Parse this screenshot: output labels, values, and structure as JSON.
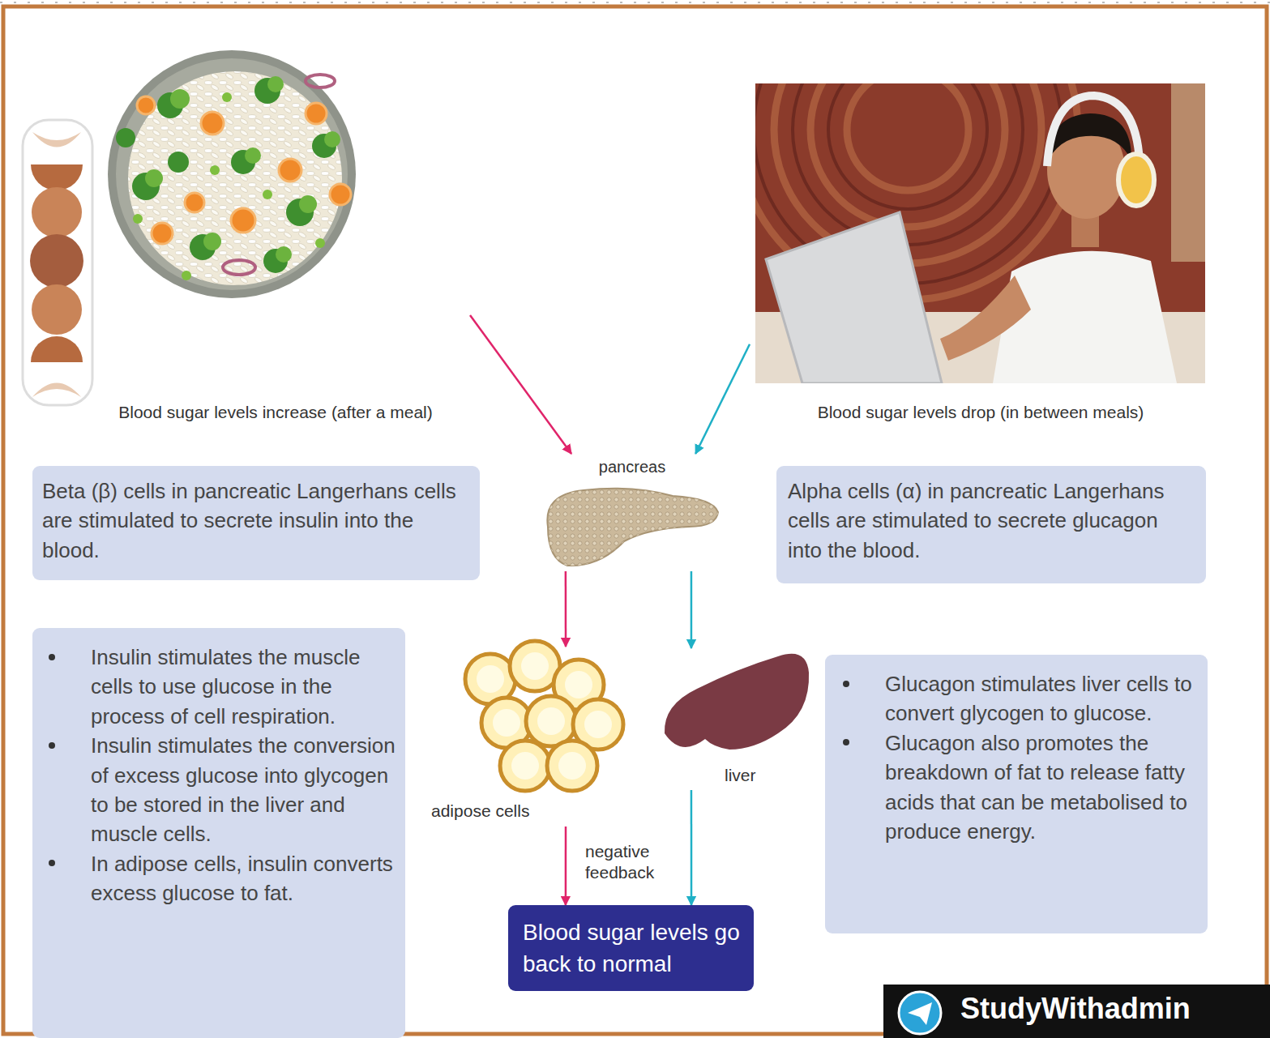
{
  "diagram": {
    "nodes": [
      {
        "text": [
          "Blood sugar levels increase (after a meal)"
        ]
      },
      {
        "text": [
          "Blood sugar levels drop (in between meals)"
        ]
      },
      {
        "text": [
          "pancreas"
        ]
      },
      {
        "text": [
          "Beta (β) cells in pancreatic Langerhans cells are stimulated to secrete insulin into the blood."
        ]
      },
      {
        "text": [
          "Alpha cells (α) in pancreatic Langerhans cells are stimulated to secrete glucagon into the blood."
        ]
      },
      {
        "text": [
          "adipose cells"
        ]
      },
      {
        "text": [
          "liver"
        ]
      },
      {
        "text": [
          "Insulin stimulates the muscle cells to use glucose in the process of cell respiration.",
          "Insulin stimulates the conversion of excess glucose into glycogen to be stored in the liver and muscle cells.",
          "In adipose cells, insulin converts excess glucose to fat."
        ]
      },
      {
        "text": [
          "Glucagon stimulates liver cells to convert glycogen to glucose.",
          "Glucagon also promotes the breakdown of fat to release fatty acids that can be metabolised to produce energy."
        ]
      },
      {
        "text": [
          "Blood sugar levels go back to normal"
        ]
      }
    ],
    "edges": [
      {
        "from": 0,
        "to": 2,
        "arrow": "to"
      },
      {
        "from": 1,
        "to": 2,
        "arrow": "to"
      },
      {
        "from": 2,
        "to": 5,
        "arrow": "to"
      },
      {
        "from": 2,
        "to": 6,
        "arrow": "to"
      },
      {
        "from": 5,
        "to": 9,
        "arrow": "to"
      },
      {
        "from": 6,
        "to": 9,
        "arrow": "to"
      }
    ],
    "labels": [
      "negative feedback",
      "StudyWithadmin"
    ]
  }
}
